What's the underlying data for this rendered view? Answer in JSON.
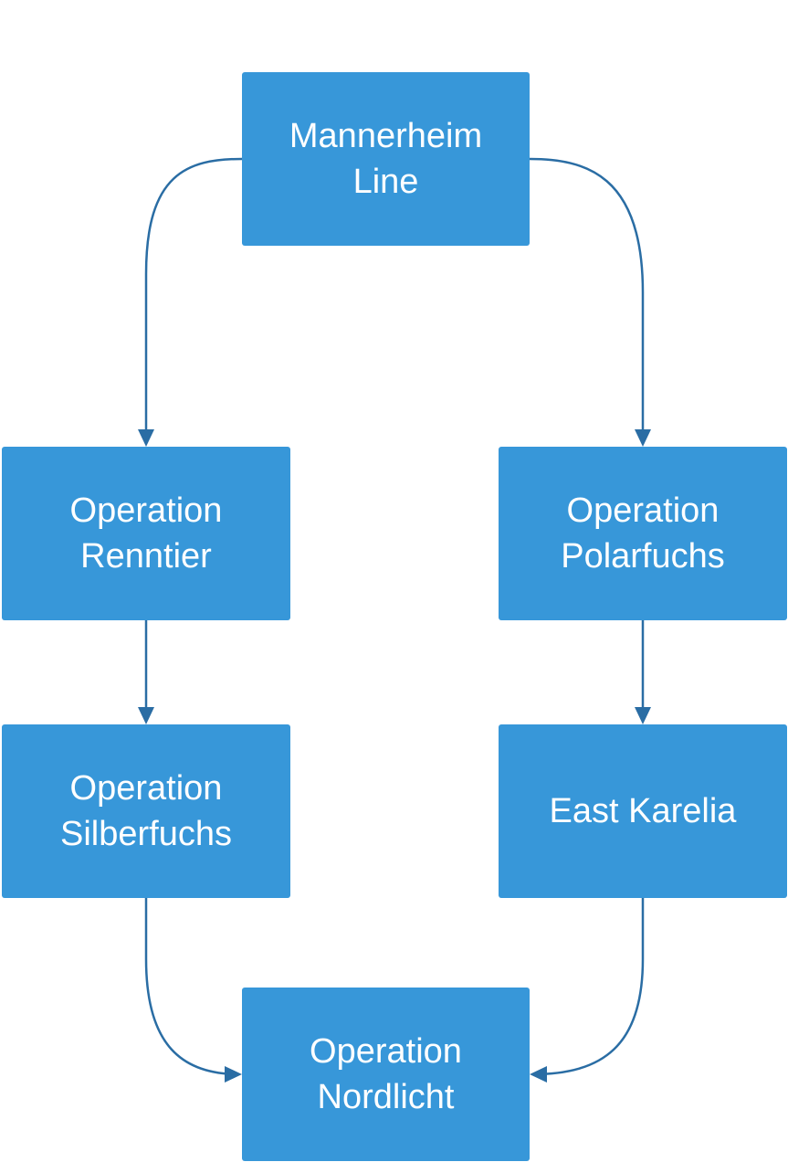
{
  "colors": {
    "node_fill": "#3797d9",
    "node_text": "#ffffff",
    "connector": "#2a6da4",
    "background": "#ffffff"
  },
  "nodes": {
    "mannerheim": {
      "line1": "Mannerheim",
      "line2": "Line"
    },
    "renntier": {
      "line1": "Operation",
      "line2": "Renntier"
    },
    "polarfuchs": {
      "line1": "Operation",
      "line2": "Polarfuchs"
    },
    "silberfuchs": {
      "line1": "Operation",
      "line2": "Silberfuchs"
    },
    "karelia": {
      "line1": "East Karelia"
    },
    "nordlicht": {
      "line1": "Operation",
      "line2": "Nordlicht"
    }
  },
  "edges": [
    {
      "from": "Mannerheim Line",
      "to": "Operation Renntier"
    },
    {
      "from": "Mannerheim Line",
      "to": "Operation Polarfuchs"
    },
    {
      "from": "Operation Renntier",
      "to": "Operation Silberfuchs"
    },
    {
      "from": "Operation Polarfuchs",
      "to": "East Karelia"
    },
    {
      "from": "Operation Silberfuchs",
      "to": "Operation Nordlicht"
    },
    {
      "from": "East Karelia",
      "to": "Operation Nordlicht"
    }
  ]
}
